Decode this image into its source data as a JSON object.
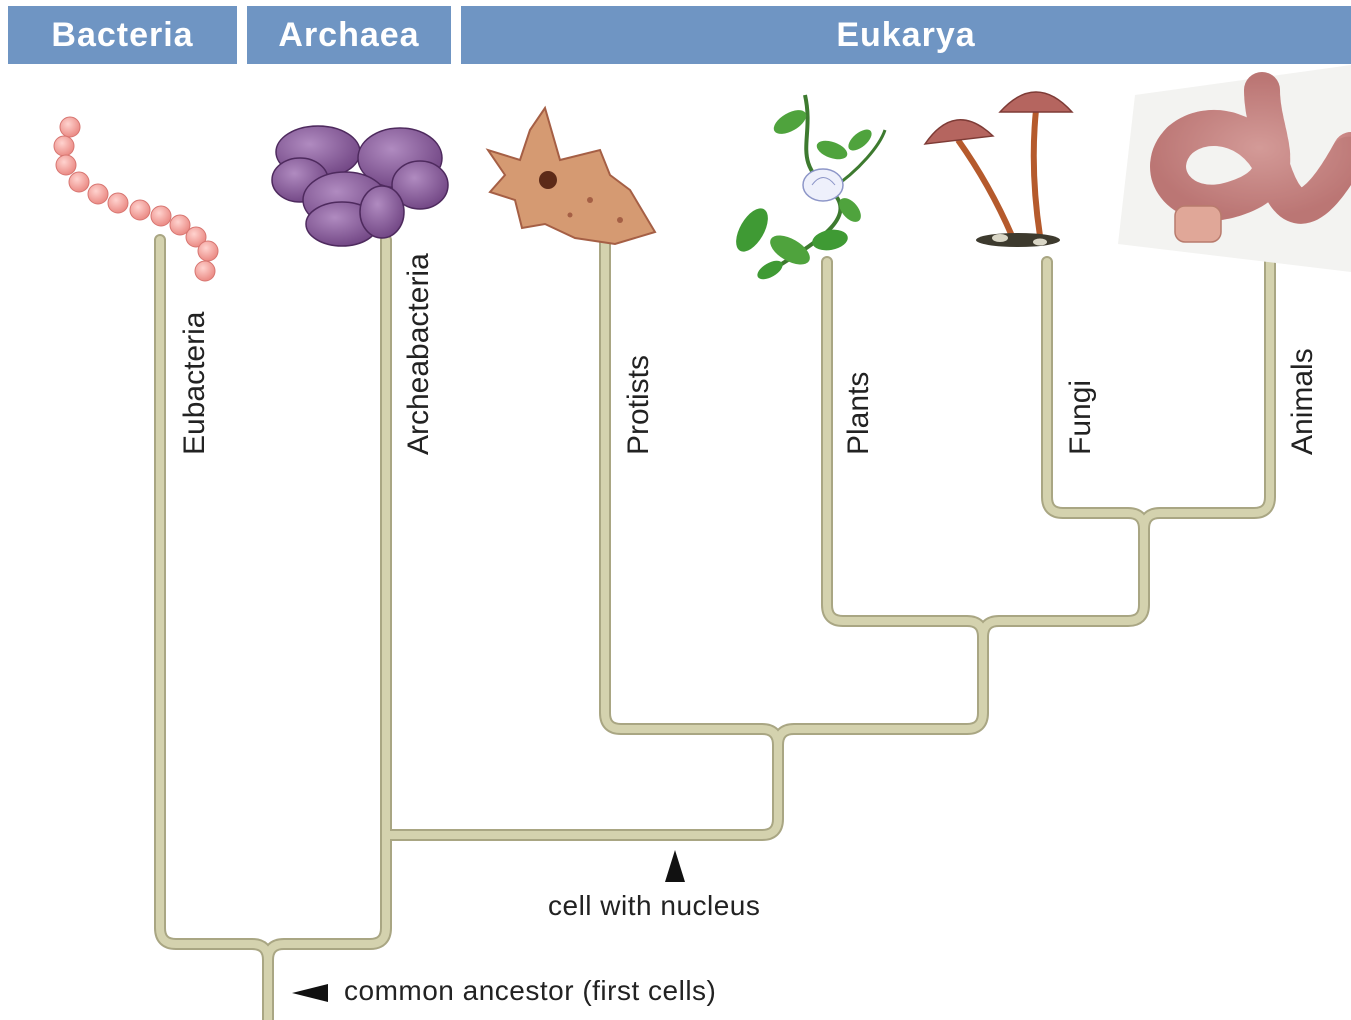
{
  "domains": {
    "bacteria": "Bacteria",
    "archaea": "Archaea",
    "eukarya": "Eukarya"
  },
  "branches": {
    "eubacteria": "Eubacteria",
    "archeabacteria": "Archeabacteria",
    "protists": "Protists",
    "plants": "Plants",
    "fungi": "Fungi",
    "animals": "Animals"
  },
  "annotations": {
    "nucleus": "cell with nucleus",
    "ancestor": "common ancestor (first cells)"
  },
  "colors": {
    "header": "#6f95c3",
    "branch": "#cfcca6",
    "branch_edge": "#a9a683"
  }
}
